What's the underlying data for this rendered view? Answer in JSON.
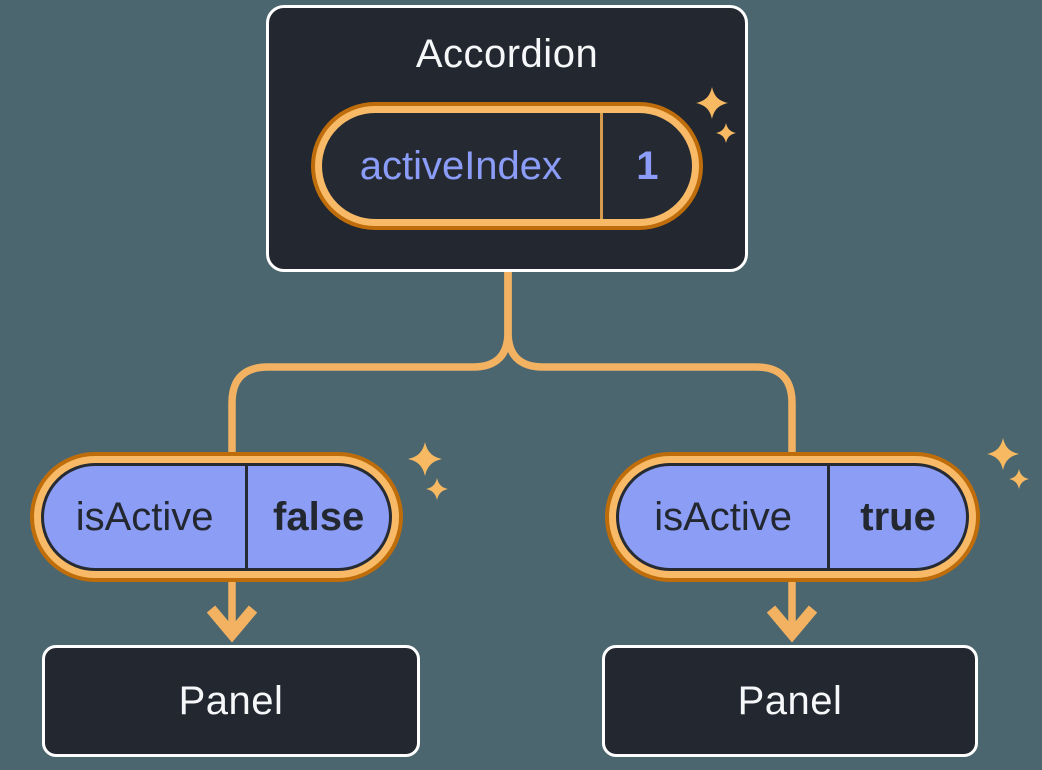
{
  "colors": {
    "background": "#4c666f",
    "card_bg": "#23272f",
    "card_border": "#ffffff",
    "pill_fill": "#8c9df5",
    "ring_outer": "#bf6d0b",
    "ring_inner": "#f8ba66",
    "connector": "#f2b261",
    "sparkle": "#f7ba62",
    "state_text": "#8b9df8",
    "prop_text": "#23272f",
    "divider_orange": "#d79b4d",
    "divider_dark": "#262b33",
    "title_text": "#f5f7f9"
  },
  "accordion": {
    "title": "Accordion",
    "state": {
      "name": "activeIndex",
      "value": "1"
    }
  },
  "children": [
    {
      "prop": {
        "name": "isActive",
        "value": "false"
      },
      "panel": {
        "title": "Panel"
      }
    },
    {
      "prop": {
        "name": "isActive",
        "value": "true"
      },
      "panel": {
        "title": "Panel"
      }
    }
  ]
}
